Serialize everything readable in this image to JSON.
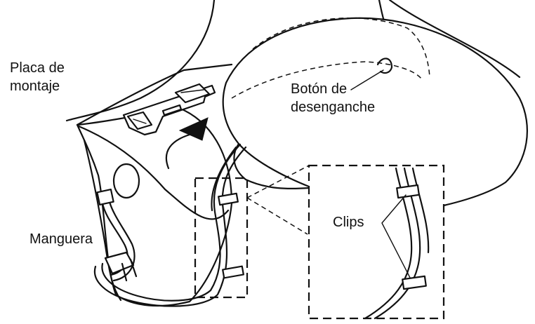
{
  "labels": {
    "mounting_plate": "Placa de montaje",
    "release_button": "Botón de desenganche",
    "hose": "Manguera",
    "clips": "Clips"
  },
  "colors": {
    "line": "#111111",
    "background": "#ffffff"
  }
}
